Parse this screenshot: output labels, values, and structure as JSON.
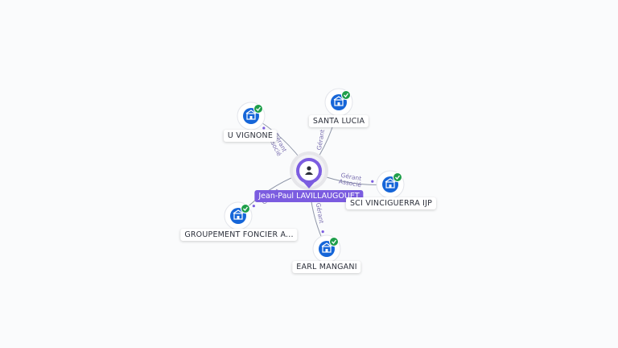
{
  "colors": {
    "accent": "#7b5ce0",
    "company": "#1565d8",
    "check": "#1e9e4a",
    "edge": "#8f96a8"
  },
  "center": {
    "label": "Jean-Paul LAVILLAUGOUET",
    "icon": "person-icon"
  },
  "nodes": [
    {
      "id": "uvignone",
      "label": "U VIGNONE",
      "icon": "company-icon",
      "verified": true
    },
    {
      "id": "santalucia",
      "label": "SANTA LUCIA",
      "icon": "company-icon",
      "verified": true
    },
    {
      "id": "scivinciguerra",
      "label": "SCI VINCIGUERRA IJP",
      "icon": "company-icon",
      "verified": true
    },
    {
      "id": "groupement",
      "label": "GROUPEMENT FONCIER A...",
      "icon": "company-icon",
      "verified": true
    },
    {
      "id": "earlmangani",
      "label": "EARL MANGANI",
      "icon": "company-icon",
      "verified": true
    }
  ],
  "edges": [
    {
      "to": "uvignone",
      "labels": [
        "Gérant",
        "Associé"
      ]
    },
    {
      "to": "santalucia",
      "labels": [
        "Gérant"
      ]
    },
    {
      "to": "scivinciguerra",
      "labels": [
        "Gérant",
        "Associé"
      ]
    },
    {
      "to": "groupement",
      "labels": [
        "Gérant"
      ]
    },
    {
      "to": "earlmangani",
      "labels": [
        "Gérant"
      ]
    }
  ]
}
